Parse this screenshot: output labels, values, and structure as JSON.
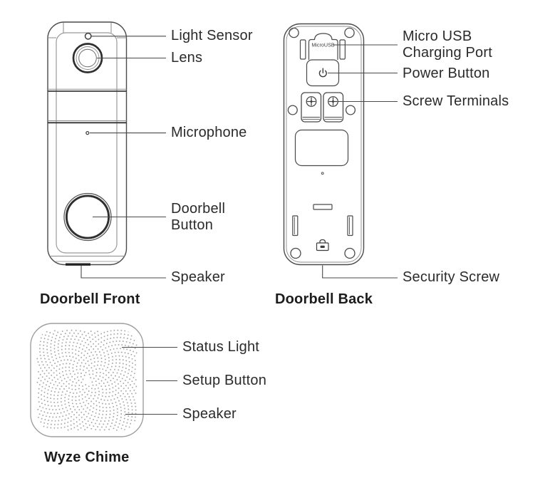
{
  "front": {
    "caption": "Doorbell Front",
    "labels": {
      "light_sensor": "Light Sensor",
      "lens": "Lens",
      "microphone": "Microphone",
      "doorbell_button": "Doorbell Button",
      "speaker": "Speaker"
    }
  },
  "back": {
    "caption": "Doorbell Back",
    "port_text": "MicroUSB",
    "labels": {
      "micro_usb": "Micro USB Charging Port",
      "power_button": "Power Button",
      "screw_terminals": "Screw Terminals",
      "security_screw": "Security Screw"
    }
  },
  "chime": {
    "caption": "Wyze Chime",
    "labels": {
      "status_light": "Status Light",
      "setup_button": "Setup Button",
      "speaker": "Speaker"
    }
  },
  "colors": {
    "ink": "#4a4a4a",
    "ink_dark": "#333333",
    "ink_light": "#9a9a9a",
    "label_text": "#2b2b2b",
    "chime_dots": "#a6a6a6"
  }
}
